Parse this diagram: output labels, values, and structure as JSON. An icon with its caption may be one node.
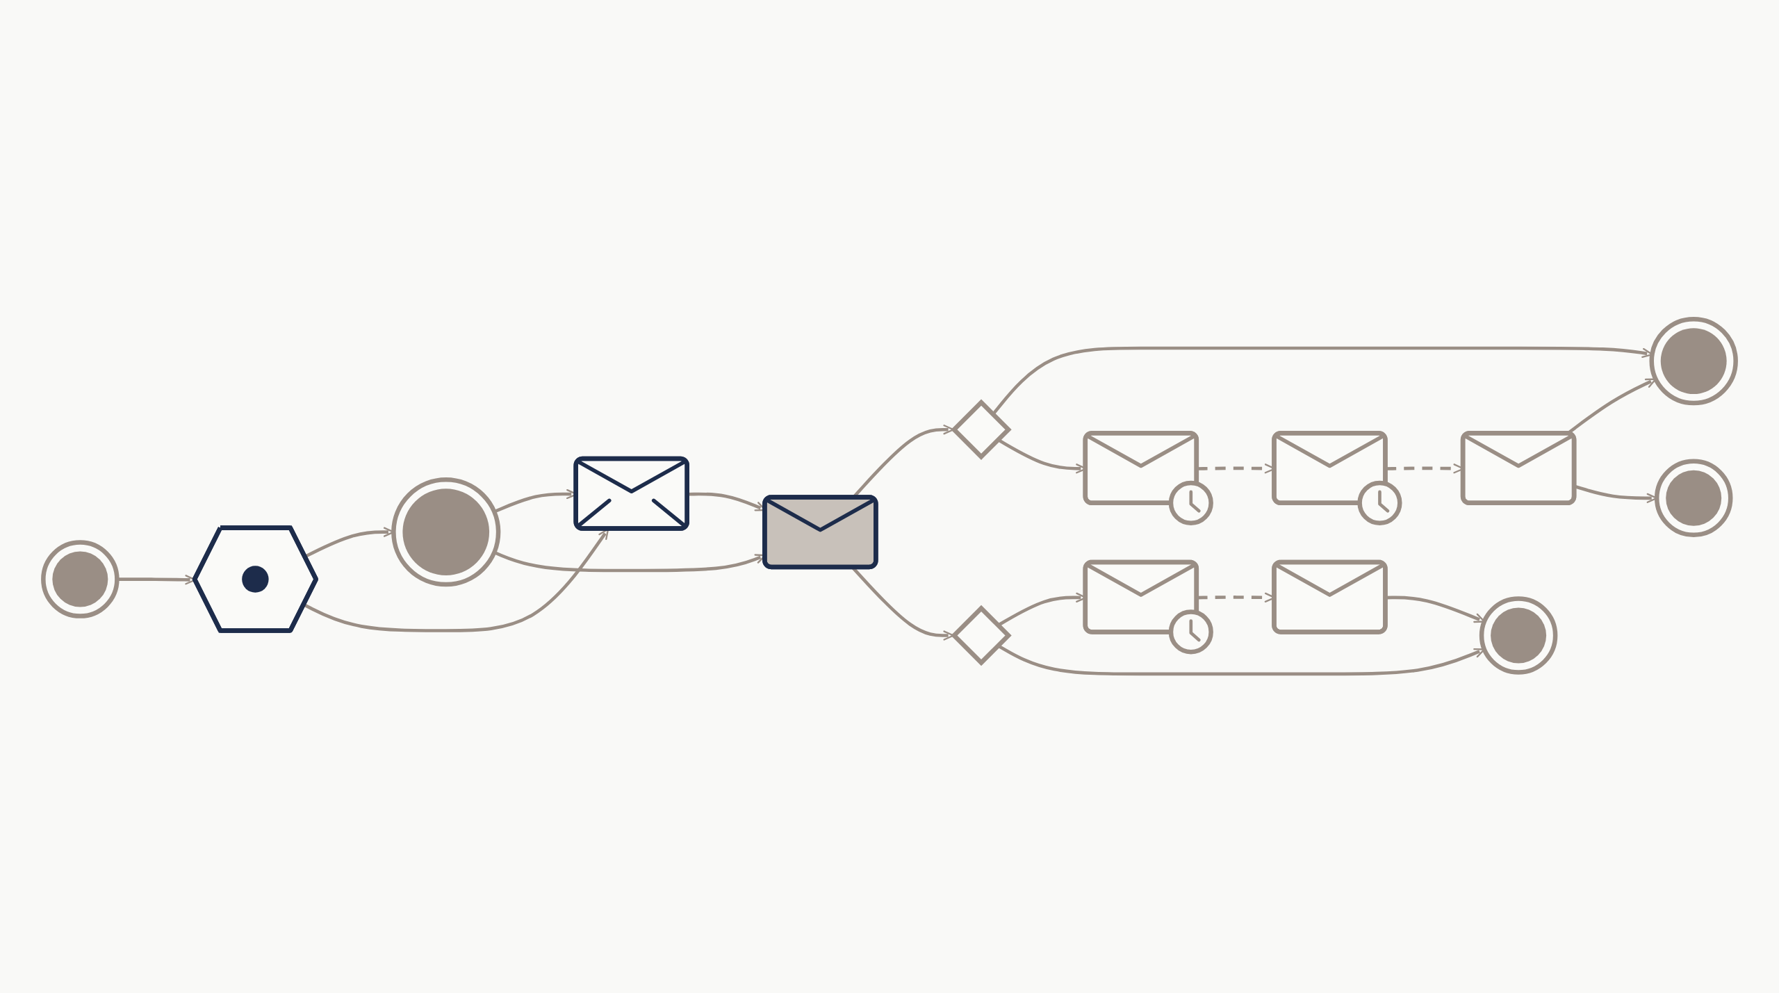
{
  "diagram": {
    "nodes": [
      {
        "text": [],
        "shape": "circle"
      },
      {
        "text": [],
        "shape": "hexagon"
      },
      {
        "text": [],
        "shape": "circle"
      },
      {
        "text": [],
        "shape": "envelope"
      },
      {
        "text": [],
        "shape": "envelope"
      },
      {
        "text": [],
        "shape": "diamond"
      },
      {
        "text": [],
        "shape": "circle"
      },
      {
        "text": [],
        "shape": "envelope"
      },
      {
        "text": [],
        "shape": "clock"
      },
      {
        "text": [],
        "shape": "envelope"
      },
      {
        "text": [],
        "shape": "clock"
      },
      {
        "text": [],
        "shape": "envelope"
      },
      {
        "text": [],
        "shape": "circle"
      },
      {
        "text": [],
        "shape": "diamond"
      },
      {
        "text": [],
        "shape": "envelope"
      },
      {
        "text": [],
        "shape": "clock"
      },
      {
        "text": [],
        "shape": "envelope"
      },
      {
        "text": [],
        "shape": "circle"
      }
    ],
    "edges": [
      {
        "from": 0,
        "to": 1,
        "arrow": "to"
      },
      {
        "from": 1,
        "to": 2,
        "arrow": "to"
      },
      {
        "from": 1,
        "to": 3,
        "arrow": "to"
      },
      {
        "from": 2,
        "to": 3,
        "arrow": "to"
      },
      {
        "from": 2,
        "to": 4,
        "arrow": "to"
      },
      {
        "from": 3,
        "to": 4,
        "arrow": "to"
      },
      {
        "from": 4,
        "to": 5,
        "arrow": "to"
      },
      {
        "from": 4,
        "to": 13,
        "arrow": "to"
      },
      {
        "from": 5,
        "to": 6,
        "arrow": "to"
      },
      {
        "from": 5,
        "to": 7,
        "arrow": "to"
      },
      {
        "from": 7,
        "to": 9,
        "arrow": "to",
        "style": "dashed"
      },
      {
        "from": 9,
        "to": 11,
        "arrow": "to",
        "style": "dashed"
      },
      {
        "from": 11,
        "to": 6,
        "arrow": "to"
      },
      {
        "from": 11,
        "to": 12,
        "arrow": "to"
      },
      {
        "from": 13,
        "to": 14,
        "arrow": "to"
      },
      {
        "from": 13,
        "to": 17,
        "arrow": "to"
      },
      {
        "from": 14,
        "to": 16,
        "arrow": "to",
        "style": "dashed"
      },
      {
        "from": 16,
        "to": 17,
        "arrow": "to"
      }
    ]
  }
}
